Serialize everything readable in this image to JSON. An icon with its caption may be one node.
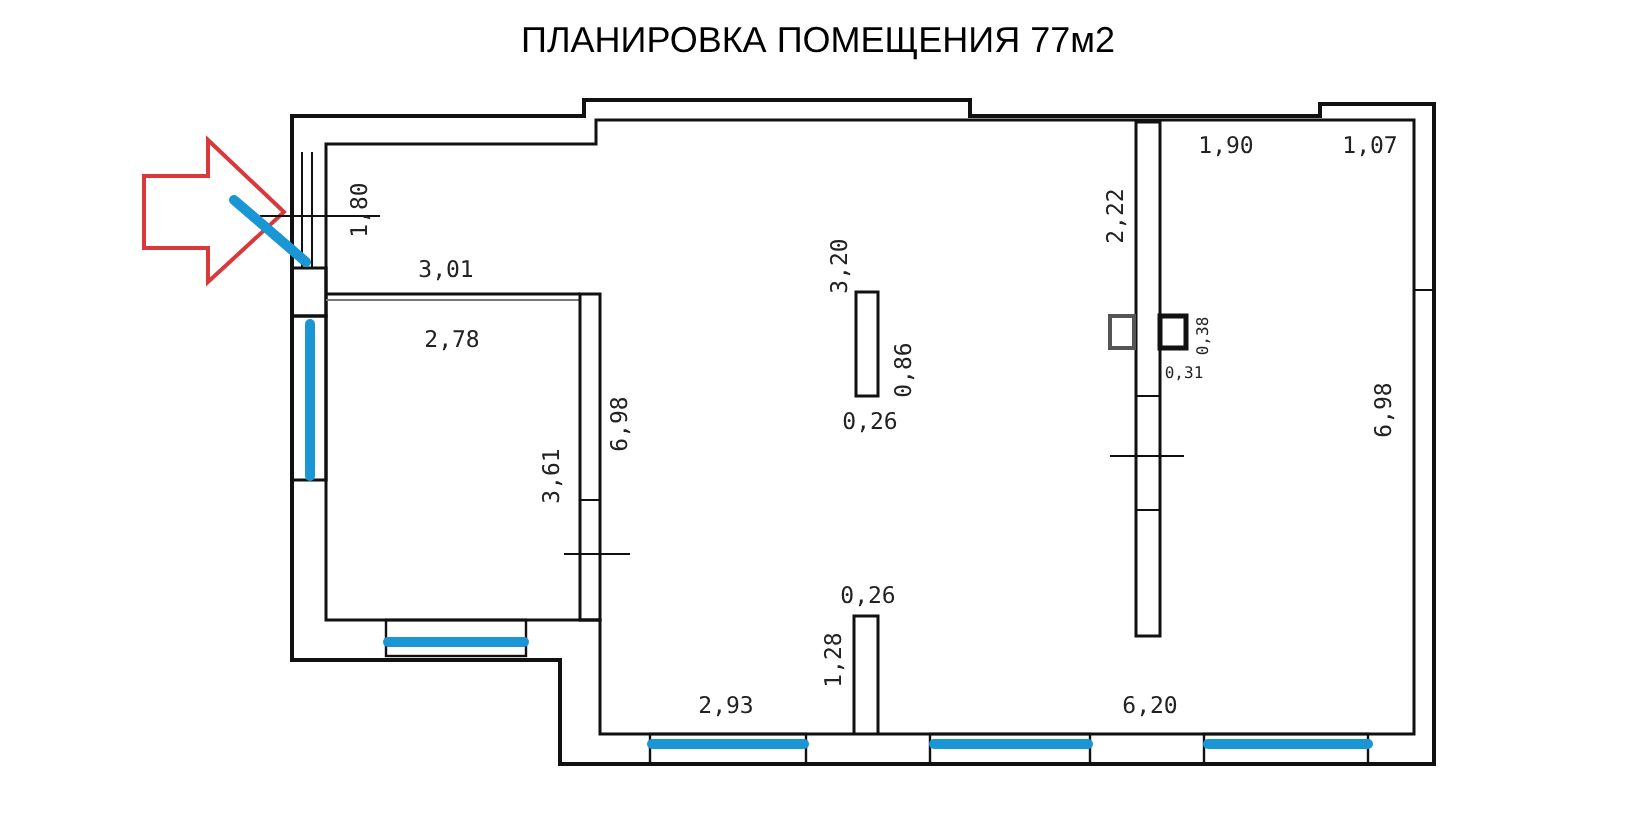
{
  "diagram": {
    "title": "ПЛАНИРОВКА ПОМЕЩЕНИЯ 77м2",
    "labels": [
      "1,90",
      "1,07",
      "1,80",
      "2,22",
      "3,01",
      "3,20",
      "0,38",
      "2,78",
      "0,31",
      "0,86",
      "6,98",
      "6,98",
      "0,26",
      "3,61",
      "0,26",
      "1,28",
      "2,93",
      "6,20"
    ]
  }
}
